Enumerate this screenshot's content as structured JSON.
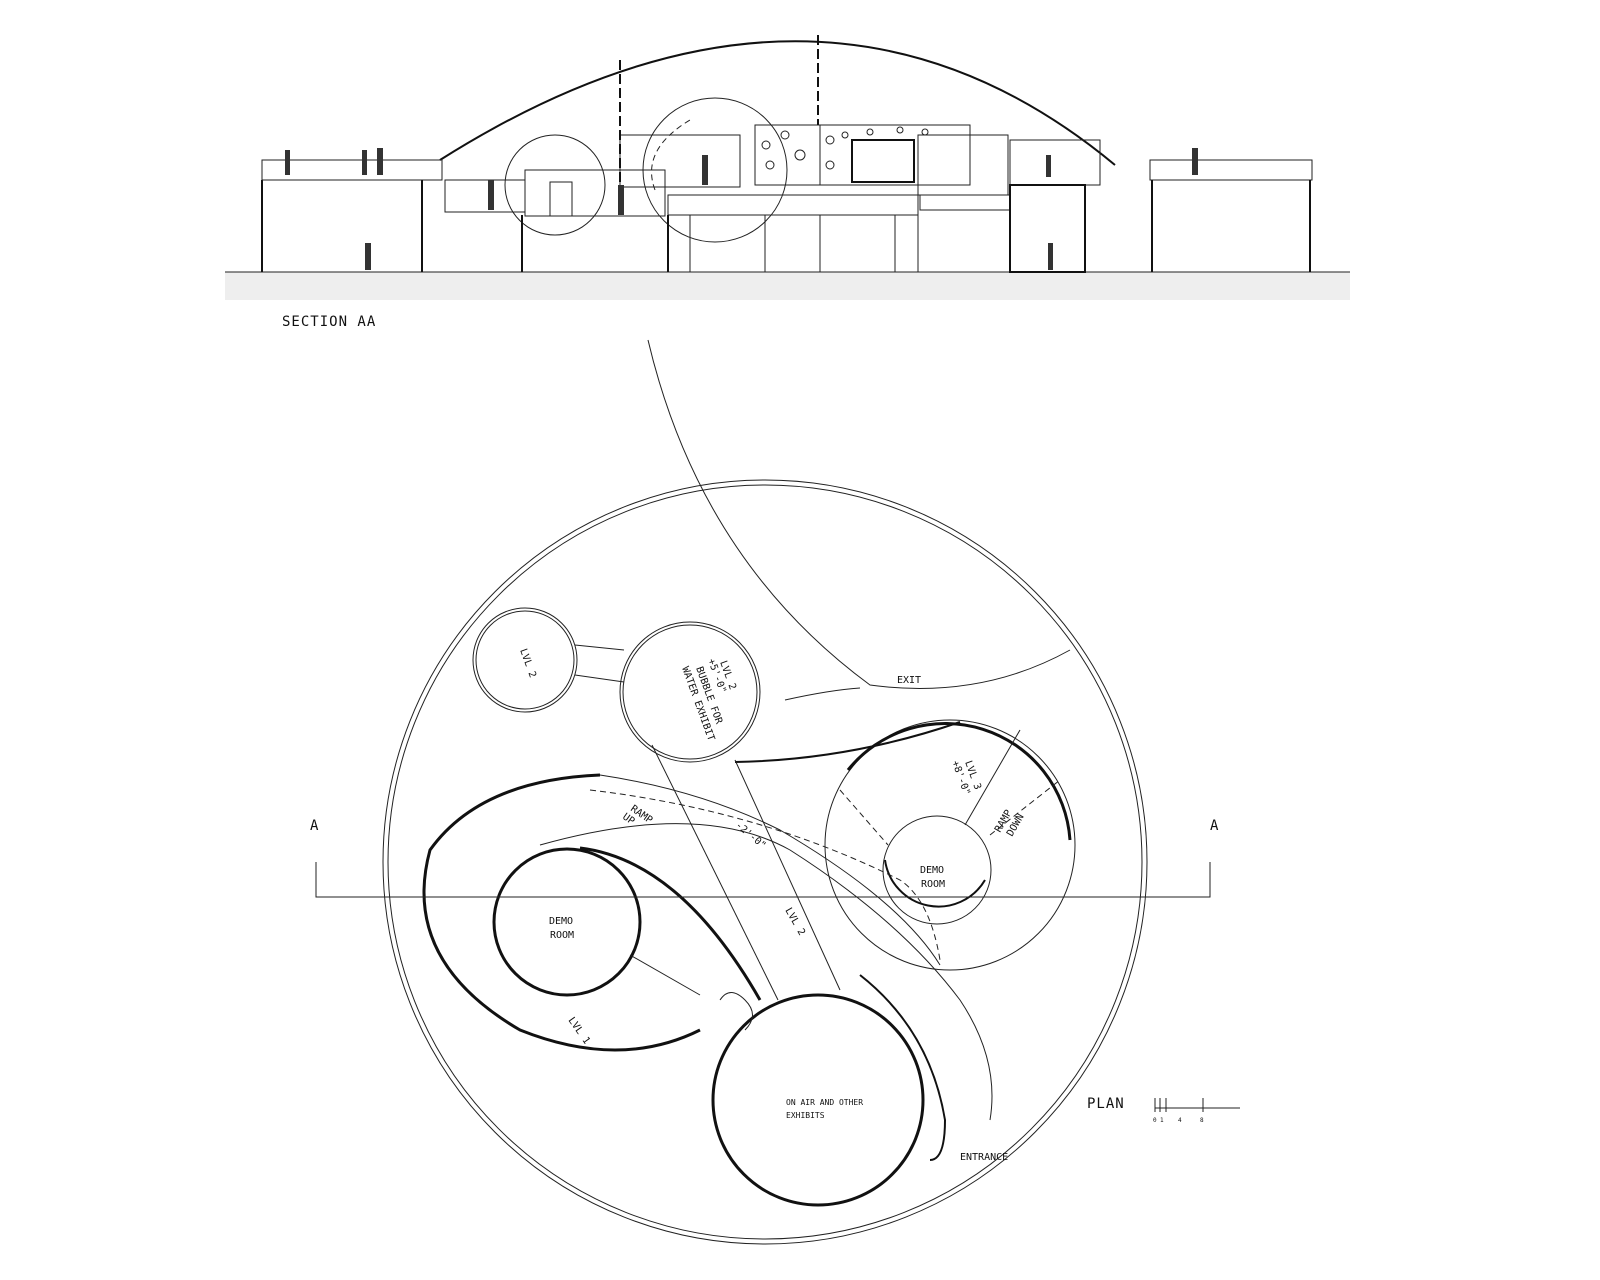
{
  "section": {
    "title": "SECTION AA"
  },
  "plan": {
    "title": "PLAN",
    "scale_ticks": [
      "0",
      "1",
      "4",
      "8"
    ],
    "section_markers": [
      "A",
      "A"
    ],
    "labels": {
      "lvl2_small": "LVL 2",
      "bubble_level": "LVL 2",
      "bubble_elev": "+5'-0\"",
      "bubble_line1": "BUBBLE FOR",
      "bubble_line2": "WATER EXHIBIT",
      "exit": "EXIT",
      "lvl3": "LVL 3",
      "lvl3_elev": "+8'-0\"",
      "ramp_down_1": "RAMP",
      "ramp_down_2": "DOWN",
      "ramp_up_1": "RAMP",
      "ramp_up_2": "UP",
      "ramp_elev": "-2'-0\"",
      "demo_left_1": "DEMO",
      "demo_left_2": "ROOM",
      "demo_right_1": "DEMO",
      "demo_right_2": "ROOM",
      "lvl2_path": "LVL 2",
      "lvl1": "LVL 1",
      "onair_1": "ON AIR AND OTHER",
      "onair_2": "EXHIBITS",
      "entrance": "ENTRANCE"
    }
  }
}
